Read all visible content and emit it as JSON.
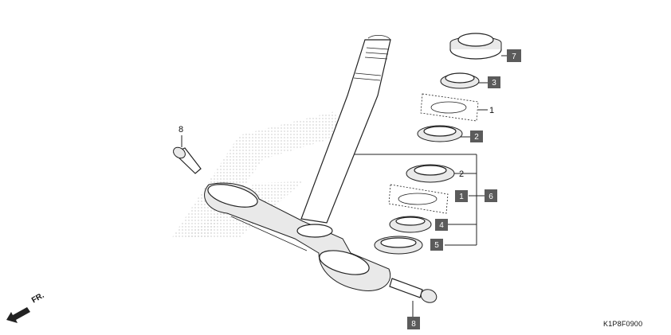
{
  "diagram": {
    "code": "K1P8F0900",
    "direction_label": "FR.",
    "callouts": {
      "c7": "7",
      "c3": "3",
      "t1a": "1",
      "c2": "2",
      "t2": "2",
      "c1": "1",
      "c6": "6",
      "c4": "4",
      "c5": "5",
      "t8": "8",
      "c8": "8"
    },
    "colors": {
      "callout_fill": "#5b5b5b",
      "line": "#222222",
      "watermark_dots": "#bdbdbd"
    }
  }
}
